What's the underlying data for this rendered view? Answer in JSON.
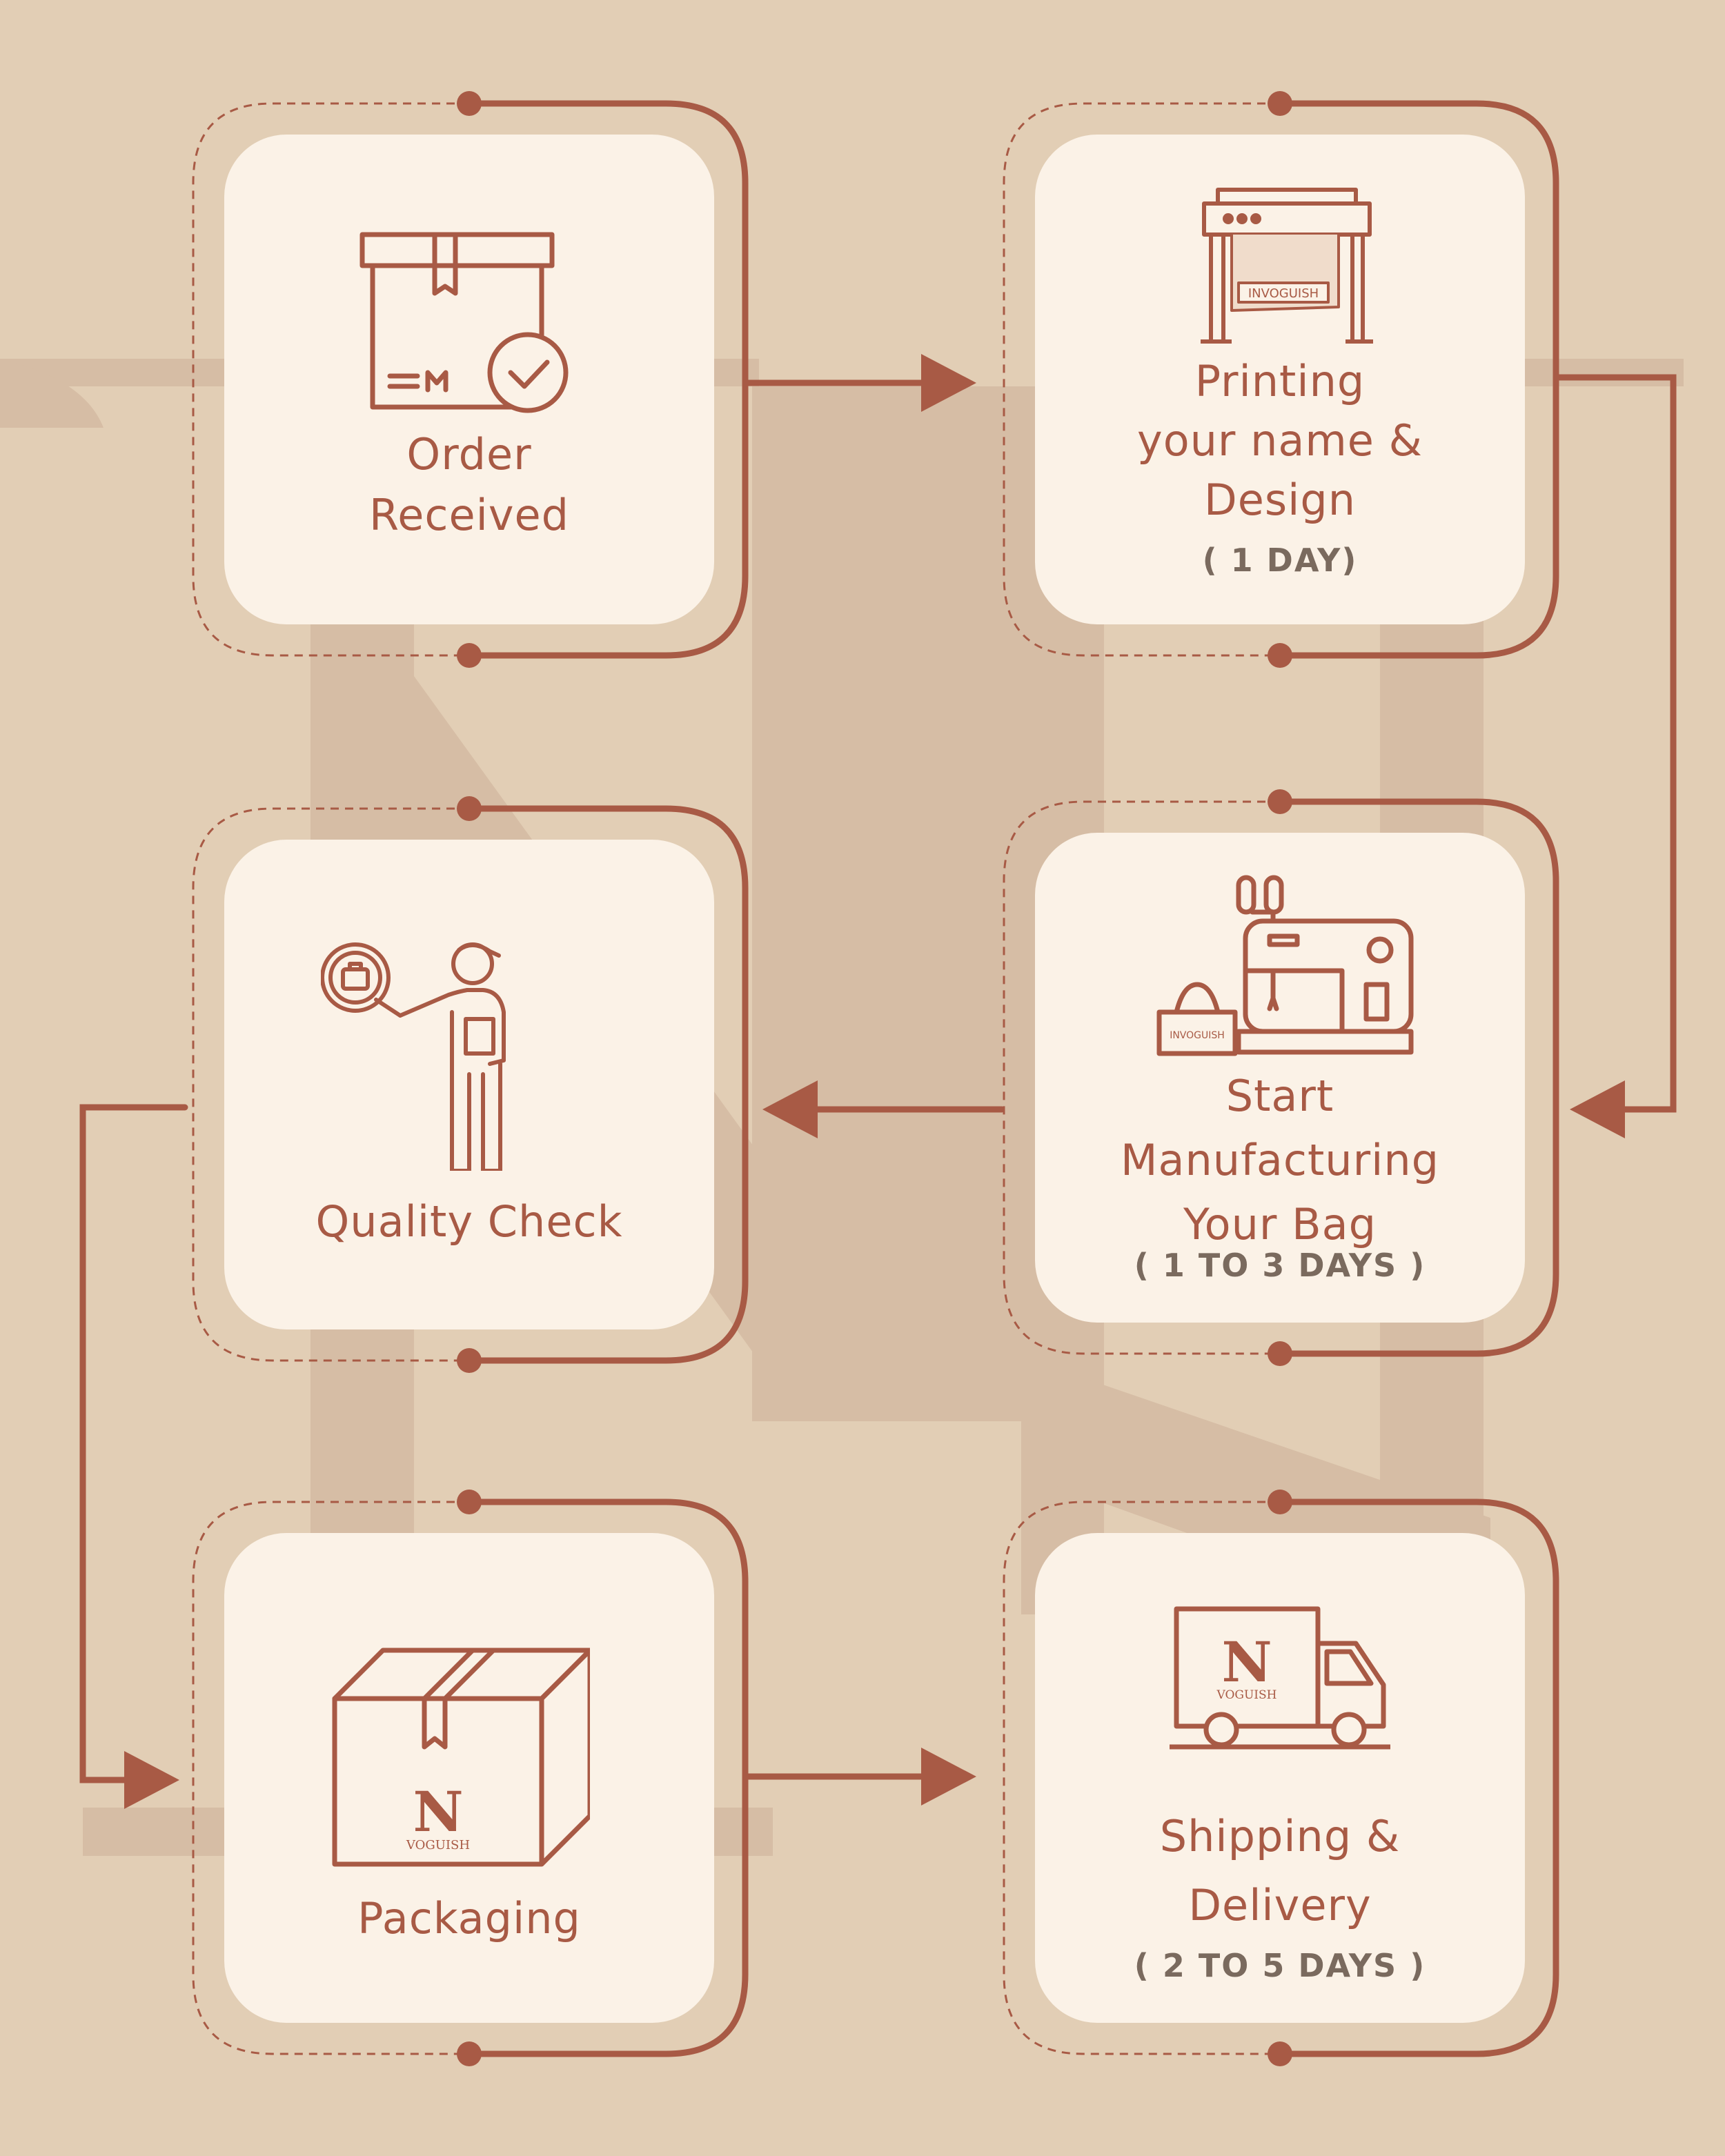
{
  "colors": {
    "background": "#E2CEB5",
    "watermark": "#D6BDA5",
    "card": "#FBF2E7",
    "line": "#A85A45",
    "text": "#A85A45",
    "duration_text": "#7A6A5E"
  },
  "steps": [
    {
      "id": "order",
      "icon": "box-check-icon",
      "title_lines": [
        "Order",
        "Received"
      ],
      "duration": ""
    },
    {
      "id": "printing",
      "icon": "printer-icon",
      "title_lines": [
        "Printing",
        "your name &",
        "Design"
      ],
      "duration": "( 1 DAY)",
      "icon_text": "INVOGUISH"
    },
    {
      "id": "manufacturing",
      "icon": "sewing-machine-icon",
      "title_lines": [
        "Start",
        "Manufacturing",
        "Your Bag"
      ],
      "duration": "( 1 TO 3 DAYS )",
      "icon_text": "INVOGUISH"
    },
    {
      "id": "quality",
      "icon": "inspector-icon",
      "title_lines": [
        "Quality Check"
      ],
      "duration": ""
    },
    {
      "id": "packaging",
      "icon": "package-icon",
      "title_lines": [
        "Packaging"
      ],
      "duration": "",
      "icon_text": "VOGUISH"
    },
    {
      "id": "shipping",
      "icon": "delivery-truck-icon",
      "title_lines": [
        "Shipping &",
        "Delivery"
      ],
      "duration": "(  2 TO 5 DAYS )",
      "icon_text": "VOGUISH"
    }
  ]
}
